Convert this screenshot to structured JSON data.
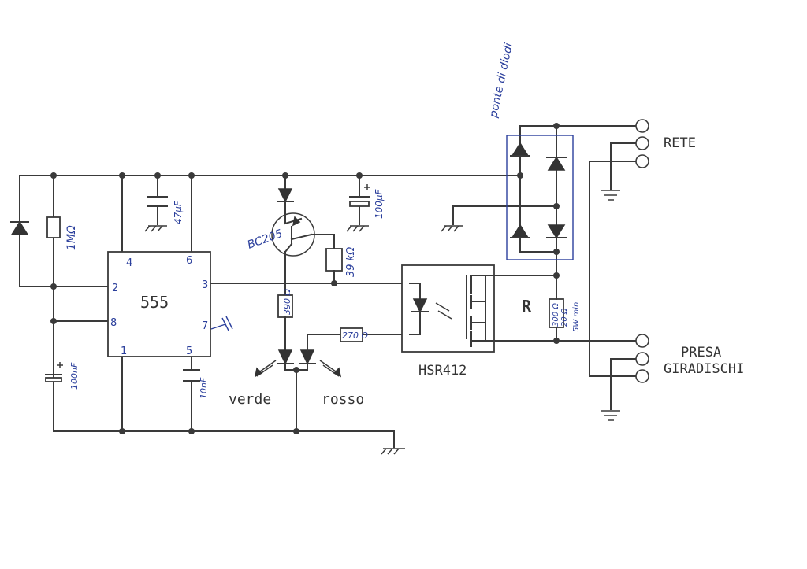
{
  "diagram": {
    "ic": {
      "label": "555"
    },
    "pins": {
      "p2": "2",
      "p3": "3",
      "p4": "4",
      "p5": "5",
      "p6": "6",
      "p7": "7",
      "p8": "8",
      "p1": "1"
    },
    "ssr": {
      "label": "HSR412"
    },
    "terminals": {
      "rete": "RETE",
      "presa_line1": "PRESA",
      "presa_line2": "GIRADISCHI"
    },
    "leds": {
      "green": "verde",
      "red": "rosso"
    },
    "resistor_r": {
      "label": "R"
    },
    "handwritten": {
      "bridge_note": "ponte di diodi",
      "r_1m": "1MΩ",
      "c_47u": "47μF",
      "c_100u": "100μF",
      "transistor": "BC205",
      "r_39k": "39 kΩ",
      "r_390": "390 Ω",
      "r_270": "270 Ω",
      "c_100n": "100nF",
      "c_10n": "10nF",
      "r_value_a": "300 Ω",
      "r_value_b": "20 Ω",
      "r_power": "5W min."
    }
  }
}
